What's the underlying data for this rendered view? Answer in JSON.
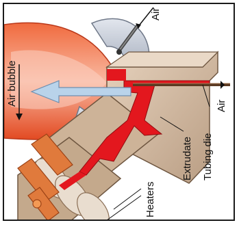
{
  "diagram": {
    "labels": {
      "air_top": "Air",
      "air_bubble": "Air bubble",
      "air_right": "Air",
      "tubing_die": "Tubing die",
      "extrudate": "Extrudate",
      "heaters": "Heaters"
    },
    "colors": {
      "bubble_orange": "#e8502a",
      "bubble_light": "#f4a58a",
      "die_tan": "#d8bfa6",
      "die_dark": "#9a7e66",
      "melt_red": "#e3171e",
      "ring_blue": "#c5ccd8",
      "arrow_lightblue": "#b9d3ea",
      "heater_orange": "#e07a3c"
    }
  }
}
